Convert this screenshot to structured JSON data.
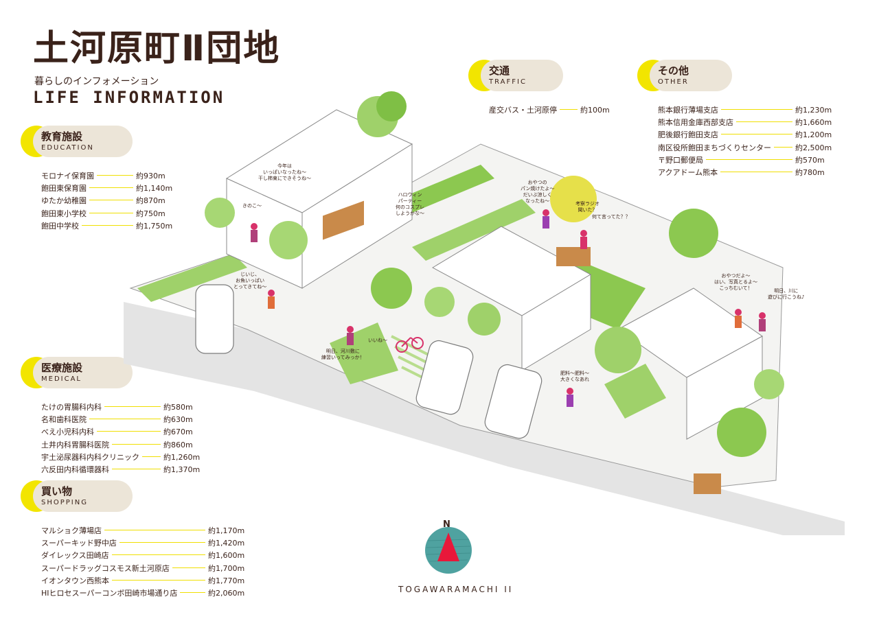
{
  "title": "土河原町Ⅱ団地",
  "subtitle": "暮らしのインフォメーション",
  "subtitle_en": "LIFE INFORMATION",
  "categories": {
    "education": {
      "jp": "教育施設",
      "en": "EDUCATION",
      "items": [
        {
          "name": "モロナイ保育園",
          "dist": "約930m"
        },
        {
          "name": "飽田東保育園",
          "dist": "約1,140m"
        },
        {
          "name": "ゆたか幼稚園",
          "dist": "約870m"
        },
        {
          "name": "飽田東小学校",
          "dist": "約750m"
        },
        {
          "name": "飽田中学校",
          "dist": "約1,750m"
        }
      ]
    },
    "medical": {
      "jp": "医療施設",
      "en": "MEDICAL",
      "items": [
        {
          "name": "たけの胃腸科内科",
          "dist": "約580m"
        },
        {
          "name": "名和歯科医院",
          "dist": "約630m"
        },
        {
          "name": "べえ小児科内科",
          "dist": "約670m"
        },
        {
          "name": "土井内科胃腸科医院",
          "dist": "約860m"
        },
        {
          "name": "宇土泌尿器科内科クリニック",
          "dist": "約1,260m"
        },
        {
          "name": "六反田内科循環器科",
          "dist": "約1,370m"
        }
      ]
    },
    "shopping": {
      "jp": "買い物",
      "en": "SHOPPING",
      "items": [
        {
          "name": "マルショク薄場店",
          "dist": "約1,170m"
        },
        {
          "name": "スーパーキッド野中店",
          "dist": "約1,420m"
        },
        {
          "name": "ダイレックス田崎店",
          "dist": "約1,600m"
        },
        {
          "name": "スーパードラッグコスモス新土河原店",
          "dist": "約1,700m"
        },
        {
          "name": "イオンタウン西熊本",
          "dist": "約1,770m"
        },
        {
          "name": "HIヒロセスーパーコンボ田崎市場通り店",
          "dist": "約2,060m"
        }
      ]
    },
    "traffic": {
      "jp": "交通",
      "en": "TRAFFIC",
      "items": [
        {
          "name": "産交バス・土河原停",
          "dist": "約100m"
        }
      ]
    },
    "other": {
      "jp": "その他",
      "en": "OTHER",
      "items": [
        {
          "name": "熊本銀行薄場支店",
          "dist": "約1,230m"
        },
        {
          "name": "熊本信用金庫西部支店",
          "dist": "約1,660m"
        },
        {
          "name": "肥後銀行飽田支店",
          "dist": "約1,200m"
        },
        {
          "name": "南区役所飽田まちづくりセンター",
          "dist": "約2,500m"
        },
        {
          "name": "〒野口郵便局",
          "dist": "約570m"
        },
        {
          "name": "アクアドーム熊本",
          "dist": "約780m"
        }
      ]
    }
  },
  "bubbles": {
    "b1": "今年は\nいっぱいなったね〜\n干し柿東にできそうね〜",
    "b2": "きのこ〜",
    "b3": "ハロウィン\nパーティー\n何のコスプレ\nしようかな〜",
    "b4": "おやつの\nパン焼けたよ〜\nだいぶ涼しく\nなったね〜",
    "b5": "考察ラジオ\n聞いた？",
    "b6": "何て言ってた？？",
    "b7": "じいじ、\nお魚いっぱい\nとってきてね〜",
    "b8": "いいね〜",
    "b9": "明日、河川敷に\n練習いってみっか！",
    "b10": "おやつだよ〜\nはい、写真とるよ〜\nこっちむいて！",
    "b11": "明日、川に\n遊びに行こうね♪",
    "b12": "肥料〜肥料〜\n大きくなあれ"
  },
  "compass_label": "N",
  "footer": "TOGAWARAMACHI II",
  "colors": {
    "accent": "#f2e500",
    "pill": "#ece5d8",
    "text": "#3a221a",
    "grass": "#6fbf3a",
    "road": "#e2e2e2"
  }
}
